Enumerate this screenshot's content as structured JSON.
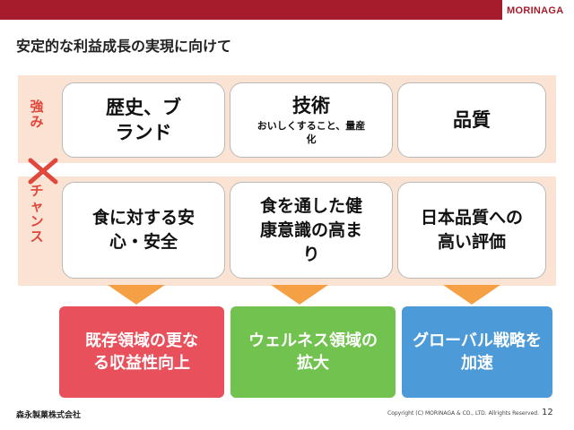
{
  "header": {
    "brand_logo_text": "MORINAGA",
    "brand_color": "#a51d2d"
  },
  "slide": {
    "title": "安定的な利益成長の実現に向けて"
  },
  "strengths": {
    "label": "強み",
    "items": [
      {
        "main": "歴史、ブランド",
        "sub": ""
      },
      {
        "main": "技術",
        "sub": "おいしくすること、量産化"
      },
      {
        "main": "品質",
        "sub": ""
      }
    ]
  },
  "cross_symbol": "×",
  "chances": {
    "label": "チャンス",
    "items": [
      "食に対する安心・安全",
      "食を通した健康意識の高まり",
      "日本品質への高い評価"
    ]
  },
  "outcomes": [
    {
      "text": "既存領域の更なる収益性向上",
      "color": "#e8505b"
    },
    {
      "text": "ウェルネス領域の拡大",
      "color": "#71c24f"
    },
    {
      "text": "グローバル戦略を加速",
      "color": "#4d9ad8"
    }
  ],
  "footer": {
    "company": "森永製菓株式会社",
    "copyright": "Copyright (C) MORINAGA & CO., LTD. Allrights Reserved.",
    "page_number": "12"
  },
  "colors": {
    "band": "#fbe3d3",
    "accent_red": "#e0473d",
    "arrow_orange": "#f5a044"
  }
}
